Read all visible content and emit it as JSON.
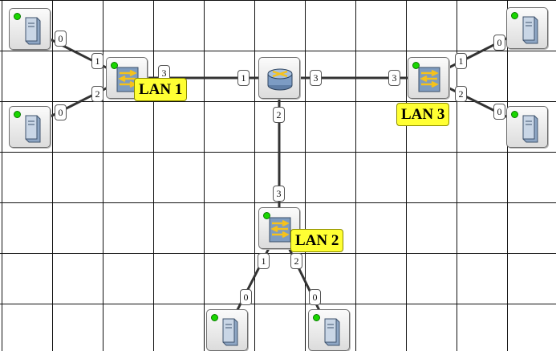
{
  "network": {
    "led_color": "#19d600",
    "lan_label_color": "#ffff33",
    "nodes": [
      {
        "id": "pc1",
        "type": "computer",
        "led": true
      },
      {
        "id": "pc2",
        "type": "computer",
        "led": true
      },
      {
        "id": "sw1",
        "type": "switch",
        "led": true
      },
      {
        "id": "router",
        "type": "router",
        "led": false
      },
      {
        "id": "sw3",
        "type": "switch",
        "led": true
      },
      {
        "id": "pc3",
        "type": "computer",
        "led": true
      },
      {
        "id": "pc4",
        "type": "computer",
        "led": true
      },
      {
        "id": "sw2",
        "type": "switch",
        "led": true
      },
      {
        "id": "pc5",
        "type": "computer",
        "led": true
      },
      {
        "id": "pc6",
        "type": "computer",
        "led": true
      }
    ],
    "links": [
      {
        "from": "pc1",
        "to": "sw1",
        "from_port": "0",
        "to_port": "1"
      },
      {
        "from": "pc2",
        "to": "sw1",
        "from_port": "0",
        "to_port": "2"
      },
      {
        "from": "sw1",
        "to": "router",
        "from_port": "3",
        "to_port": "1"
      },
      {
        "from": "router",
        "to": "sw3",
        "from_port": "3",
        "to_port": "3"
      },
      {
        "from": "sw3",
        "to": "pc3",
        "from_port": "1",
        "to_port": "0"
      },
      {
        "from": "sw3",
        "to": "pc4",
        "from_port": "2",
        "to_port": "0"
      },
      {
        "from": "router",
        "to": "sw2",
        "from_port": "2",
        "to_port": "3"
      },
      {
        "from": "sw2",
        "to": "pc5",
        "from_port": "1",
        "to_port": "0"
      },
      {
        "from": "sw2",
        "to": "pc6",
        "from_port": "2",
        "to_port": "0"
      }
    ],
    "lan_labels": {
      "lan1": "LAN 1",
      "lan2": "LAN 2",
      "lan3": "LAN 3"
    }
  }
}
